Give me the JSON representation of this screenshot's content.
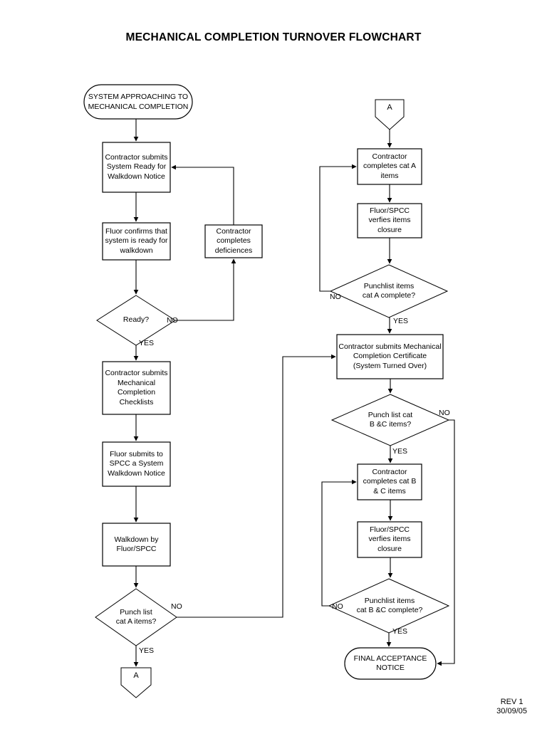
{
  "document": {
    "title": "MECHANICAL COMPLETION TURNOVER FLOWCHART",
    "revision_label": "REV 1",
    "revision_date": "30/09/05"
  },
  "chart_data": {
    "type": "diagram",
    "title": "MECHANICAL COMPLETION TURNOVER FLOWCHART",
    "nodes": [
      {
        "id": "start",
        "shape": "terminator",
        "text": "SYSTEM APPROACHING TO\nMECHANICAL COMPLETION",
        "column": "left"
      },
      {
        "id": "srw_notice",
        "shape": "process",
        "text": "Contractor submits\nSystem Ready for\nWalkdown Notice",
        "column": "left"
      },
      {
        "id": "fluor_confirm",
        "shape": "process",
        "text": "Fluor confirms that\nsystem is ready for\nwalkdown",
        "column": "left"
      },
      {
        "id": "deficiences",
        "shape": "process",
        "text": "Contractor\ncompletes\ndeficiences",
        "column": "left"
      },
      {
        "id": "ready_q",
        "shape": "decision",
        "text": "Ready?",
        "column": "left"
      },
      {
        "id": "mc_checklists",
        "shape": "process",
        "text": "Contractor submits\nMechanical\nCompletion\nChecklists",
        "column": "left"
      },
      {
        "id": "fluor_submits",
        "shape": "process",
        "text": "Fluor submits to\nSPCC a System\nWalkdown Notice",
        "column": "left"
      },
      {
        "id": "walkdown",
        "shape": "process",
        "text": "Walkdown by\nFluor/SPCC",
        "column": "left"
      },
      {
        "id": "punch_cat_a_q",
        "shape": "decision",
        "text": "Punch list\ncat A items?",
        "column": "left"
      },
      {
        "id": "conn_a_out",
        "shape": "connector",
        "text": "A",
        "column": "left"
      },
      {
        "id": "conn_a_in",
        "shape": "connector",
        "text": "A",
        "column": "right"
      },
      {
        "id": "complete_a",
        "shape": "process",
        "text": "Contractor\ncompletes cat A\nitems",
        "column": "right"
      },
      {
        "id": "verify_a",
        "shape": "process",
        "text": "Fluor/SPCC\nverfies items\nclosure",
        "column": "right"
      },
      {
        "id": "punchlist_a_q",
        "shape": "decision",
        "text": "Punchlist items\ncat A complete?",
        "column": "right"
      },
      {
        "id": "mc_certificate",
        "shape": "process",
        "text": "Contractor submits Mechanical\nCompletion Certificate\n(System Turned Over)",
        "column": "right"
      },
      {
        "id": "punch_bc_q",
        "shape": "decision",
        "text": "Punch list cat\nB &C items?",
        "column": "right"
      },
      {
        "id": "complete_bc",
        "shape": "process",
        "text": "Contractor\ncompletes cat B\n& C items",
        "column": "right"
      },
      {
        "id": "verify_bc",
        "shape": "process",
        "text": "Fluor/SPCC\nverfies items\nclosure",
        "column": "right"
      },
      {
        "id": "punchlist_bc_q",
        "shape": "decision",
        "text": "Punchlist items\ncat B &C complete?",
        "column": "right"
      },
      {
        "id": "final",
        "shape": "terminator",
        "text": "FINAL ACCEPTANCE\nNOTICE",
        "column": "right"
      }
    ],
    "edges": [
      {
        "from": "start",
        "to": "srw_notice",
        "label": ""
      },
      {
        "from": "srw_notice",
        "to": "fluor_confirm",
        "label": ""
      },
      {
        "from": "fluor_confirm",
        "to": "ready_q",
        "label": ""
      },
      {
        "from": "ready_q",
        "to": "deficiences",
        "label": "NO"
      },
      {
        "from": "deficiences",
        "to": "srw_notice",
        "label": ""
      },
      {
        "from": "ready_q",
        "to": "mc_checklists",
        "label": "YES"
      },
      {
        "from": "mc_checklists",
        "to": "fluor_submits",
        "label": ""
      },
      {
        "from": "fluor_submits",
        "to": "walkdown",
        "label": ""
      },
      {
        "from": "walkdown",
        "to": "punch_cat_a_q",
        "label": ""
      },
      {
        "from": "punch_cat_a_q",
        "to": "conn_a_out",
        "label": "YES"
      },
      {
        "from": "punch_cat_a_q",
        "to": "mc_certificate",
        "label": "NO"
      },
      {
        "from": "conn_a_in",
        "to": "complete_a",
        "label": ""
      },
      {
        "from": "complete_a",
        "to": "verify_a",
        "label": ""
      },
      {
        "from": "verify_a",
        "to": "punchlist_a_q",
        "label": ""
      },
      {
        "from": "punchlist_a_q",
        "to": "complete_a",
        "label": "NO"
      },
      {
        "from": "punchlist_a_q",
        "to": "mc_certificate",
        "label": "YES"
      },
      {
        "from": "mc_certificate",
        "to": "punch_bc_q",
        "label": ""
      },
      {
        "from": "punch_bc_q",
        "to": "complete_bc",
        "label": "YES"
      },
      {
        "from": "punch_bc_q",
        "to": "final",
        "label": "NO"
      },
      {
        "from": "complete_bc",
        "to": "verify_bc",
        "label": ""
      },
      {
        "from": "verify_bc",
        "to": "punchlist_bc_q",
        "label": ""
      },
      {
        "from": "punchlist_bc_q",
        "to": "complete_bc",
        "label": "NO"
      },
      {
        "from": "punchlist_bc_q",
        "to": "final",
        "label": "YES"
      }
    ],
    "edge_labels": {
      "ready_no": "NO",
      "ready_yes": "YES",
      "punch_a_no": "NO",
      "punch_a_yes": "YES",
      "punchlist_a_no": "NO",
      "punchlist_a_yes": "YES",
      "punch_bc_no": "NO",
      "punch_bc_yes": "YES",
      "punchlist_bc_no": "NO",
      "punchlist_bc_yes": "YES"
    },
    "colors": {
      "stroke": "#000000",
      "fill": "#ffffff",
      "background": "#ffffff",
      "text": "#000000"
    }
  }
}
